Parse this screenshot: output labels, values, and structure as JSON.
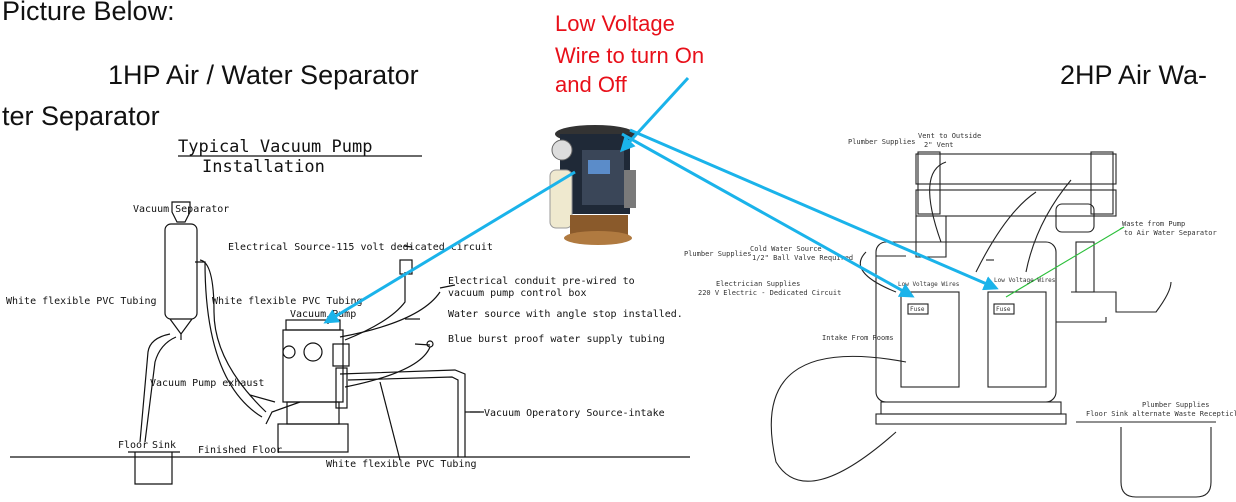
{
  "headings": {
    "picture_below": "Picture Below:",
    "left_title": "1HP Air / Water Separator",
    "right_title_1": "2HP Air Wa-",
    "right_title_2": "ter Separator"
  },
  "callout": {
    "line1": "Low Voltage",
    "line2": "Wire to turn On",
    "line3": "and Off",
    "color": "#e8101a",
    "arrow_color": "#1ab3ea"
  },
  "left_diagram": {
    "title_1": "Typical Vacuum Pump",
    "title_2": "Installation",
    "labels": {
      "vacuum_separator": "Vacuum Separator",
      "electrical_source": "Electrical Source-115 volt dedicated circuit",
      "conduit_1": "Electrical conduit pre-wired to",
      "conduit_2": "vacuum pump control box",
      "pvc_left": "White flexible PVC Tubing",
      "pvc_mid": "White flexible PVC Tubing",
      "vacuum_pump": "Vacuum Pump",
      "water_source": "Water source with angle stop installed.",
      "blue_burst": "Blue burst proof water supply tubing",
      "pump_exhaust": "Vacuum Pump exhaust",
      "operatory": "Vacuum Operatory Source-intake",
      "floor": "Floor",
      "sink": "Sink",
      "finished_floor": "Finished Floor",
      "pvc_bottom": "White flexible PVC Tubing"
    }
  },
  "right_diagram": {
    "labels": {
      "plumber_vent_1": "Plumber Supplies",
      "plumber_vent_2": "Vent to Outside",
      "plumber_vent_3": "2\" Vent",
      "waste_1": "Waste from Pump",
      "waste_2": "to Air Water Separator",
      "cold_1": "Plumber Supplies",
      "cold_2": "Cold Water Source",
      "cold_3": "1/2\" Ball Valve Required",
      "elec_1": "Electrician Supplies",
      "elec_2": "220 V Electric - Dedicated Circuit",
      "lv_left": "Low Voltage Wires",
      "lv_right": "Low Voltage Wires",
      "fuse": "Fuse",
      "intake": "Intake From Rooms",
      "floor_sink_1": "Plumber Supplies",
      "floor_sink_2": "Floor Sink alternate Waste Recepticle"
    }
  }
}
